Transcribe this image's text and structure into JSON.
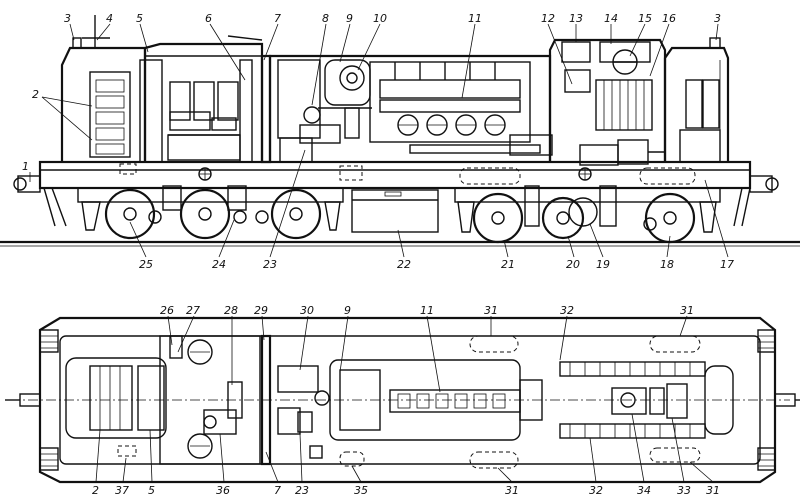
{
  "side_view": {
    "callouts": [
      "1",
      "2",
      "3",
      "4",
      "5",
      "6",
      "7",
      "8",
      "9",
      "10",
      "11",
      "12",
      "13",
      "14",
      "15",
      "16",
      "3",
      "17",
      "18",
      "19",
      "20",
      "21",
      "22",
      "23",
      "24",
      "25"
    ]
  },
  "plan_view": {
    "callouts": [
      "26",
      "27",
      "28",
      "29",
      "30",
      "9",
      "11",
      "31",
      "32",
      "31",
      "2",
      "37",
      "5",
      "36",
      "7",
      "23",
      "35",
      "31",
      "32",
      "34",
      "33",
      "31"
    ]
  }
}
